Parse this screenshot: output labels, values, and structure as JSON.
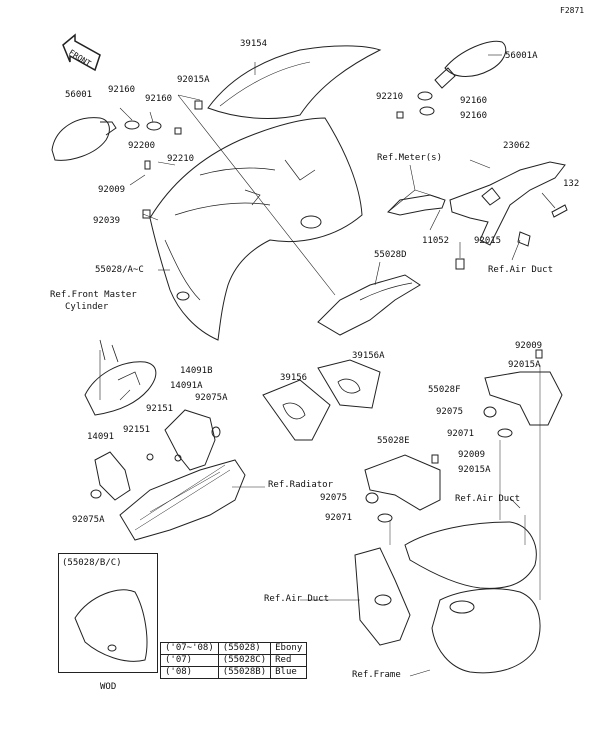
{
  "figure_code": "F2871",
  "front_arrow_label": "FRONT",
  "parts": {
    "p39154": "39154",
    "p56001A": "56001A",
    "p56001": "56001",
    "p92160a": "92160",
    "p92160b": "92160",
    "p92015A_top": "92015A",
    "p92210_left": "92210",
    "p92160_r1": "92160",
    "p92160_r2": "92160",
    "p92210_right": "92210",
    "p92200": "92200",
    "p92009_left": "92009",
    "p92039": "92039",
    "p23062": "23062",
    "p132": "132",
    "p11052": "11052",
    "p92015": "92015",
    "p55028AC": "55028/A~C",
    "p55028D": "55028D",
    "p14091B": "14091B",
    "p14091A": "14091A",
    "p92151a": "92151",
    "p92075A_a": "92075A",
    "p92151b": "92151",
    "p14091": "14091",
    "p92075A_b": "92075A",
    "p39156": "39156",
    "p39156A": "39156A",
    "p92009_r1": "92009",
    "p92015A_r1": "92015A",
    "p55028F": "55028F",
    "p92075_r1": "92075",
    "p92071_r1": "92071",
    "p55028E": "55028E",
    "p92009_r2": "92009",
    "p92015A_r2": "92015A",
    "p92075_r2": "92075",
    "p92071_r2": "92071"
  },
  "references": {
    "ref_meter": "Ref.Meter(s)",
    "ref_air_duct_1": "Ref.Air Duct",
    "ref_front_master_1": "Ref.Front Master",
    "ref_front_master_2": "Cylinder",
    "ref_radiator": "Ref.Radiator",
    "ref_air_duct_2": "Ref.Air Duct",
    "ref_air_duct_3": "Ref.Air Duct",
    "ref_frame": "Ref.Frame"
  },
  "variant_box": {
    "title": "(55028/B/C)",
    "caption": "WOD"
  },
  "variant_table": [
    {
      "years": "('07~'08)",
      "part": "(55028)",
      "color": "Ebony"
    },
    {
      "years": "('07)",
      "part": "(55028C)",
      "color": "Red"
    },
    {
      "years": "('08)",
      "part": "(55028B)",
      "color": "Blue"
    }
  ]
}
